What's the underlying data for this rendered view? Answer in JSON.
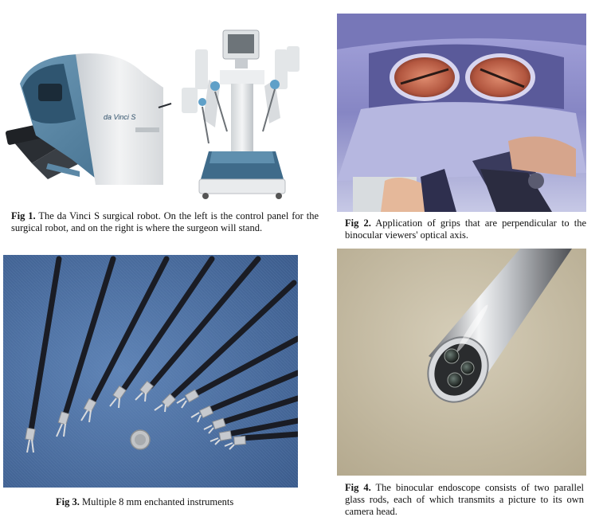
{
  "figures": [
    {
      "id": "fig1",
      "label": "Fig 1.",
      "caption": " The da Vinci S surgical robot. On the left is the control panel for the surgical robot, and on the right is where the surgeon will stand.",
      "console_logo": "da Vinci S"
    },
    {
      "id": "fig2",
      "label": "Fig 2.",
      "caption": " Application of grips that are perpendicular to the binocular viewers' optical axis."
    },
    {
      "id": "fig3",
      "label": "Fig 3.",
      "caption": " Multiple 8 mm enchanted instruments"
    },
    {
      "id": "fig4",
      "label": "Fig 4.",
      "caption": " The binocular endoscope consists of two parallel glass rods, each of which transmits a picture to its own camera head."
    }
  ],
  "colors": {
    "console_blue": "#4b7a9a",
    "console_white": "#e6e8ea",
    "fig3_background": "#4a6e9e",
    "fig4_background": "#c9bfa8",
    "fig2_background": "#8f8fc7"
  }
}
